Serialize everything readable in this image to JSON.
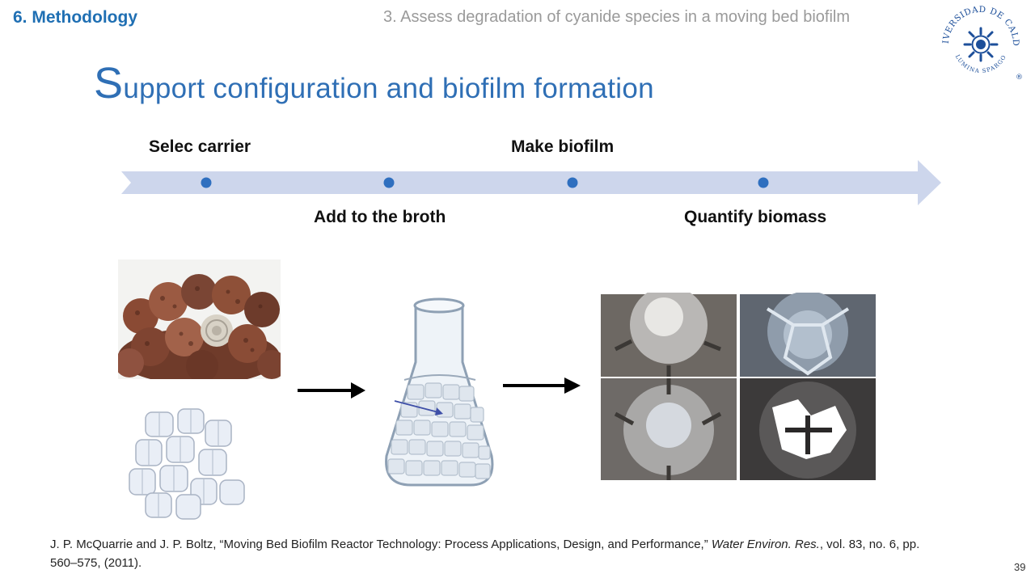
{
  "header": {
    "section": "6. Methodology",
    "objective": "3. Assess degradation of cyanide species in a moving bed biofilm",
    "title_initial": "S",
    "title_rest": "upport configuration and biofilm formation"
  },
  "logo": {
    "name": "UNIVERSIDAD DE CALDAS",
    "motto": "LUMINA SPARGO",
    "mark": "®"
  },
  "timeline": {
    "steps_top": [
      "Selec carrier",
      "Make biofilm"
    ],
    "steps_bottom": [
      "Add to the broth",
      "Quantify biomass"
    ]
  },
  "colors": {
    "accent": "#1f6fb3",
    "timeline_band": "#cdd6ec",
    "dot": "#2f6fbf"
  },
  "reference": {
    "text_a": "J. P. McQuarrie and J. P. Boltz, “Moving Bed Biofilm Reactor Technology: Process Applications, Design, and Performance,” ",
    "journal": "Water Environ. Res.",
    "text_b": ", vol. 83, no. 6, pp. 560–575, (2011)."
  },
  "page_number": "39"
}
